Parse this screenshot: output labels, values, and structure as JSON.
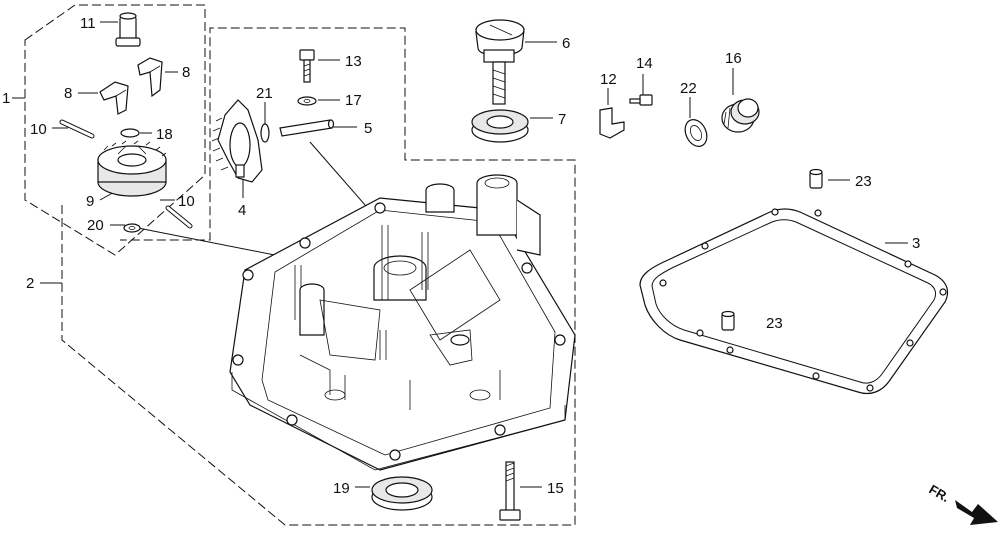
{
  "callouts": {
    "c1": "1",
    "c2": "2",
    "c3": "3",
    "c4": "4",
    "c5": "5",
    "c6": "6",
    "c7": "7",
    "c8a": "8",
    "c8b": "8",
    "c9": "9",
    "c10a": "10",
    "c10b": "10",
    "c11": "11",
    "c12": "12",
    "c13": "13",
    "c14": "14",
    "c15": "15",
    "c16": "16",
    "c17": "17",
    "c18": "18",
    "c19": "19",
    "c20": "20",
    "c21": "21",
    "c22": "22",
    "c23a": "23",
    "c23b": "23"
  },
  "direction_label": "FR."
}
